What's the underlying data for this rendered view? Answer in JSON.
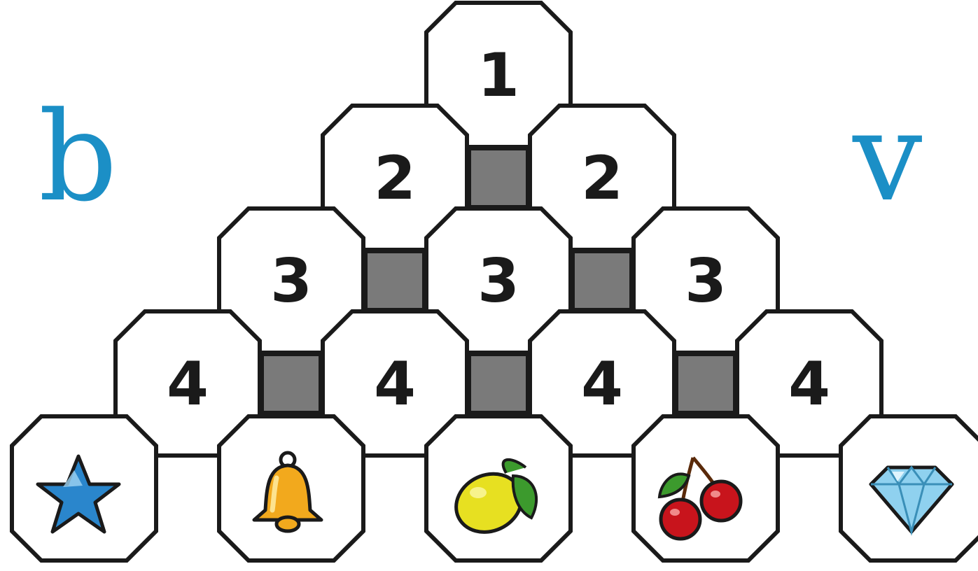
{
  "corner_labels": {
    "left": "b",
    "right": "v"
  },
  "rows": [
    [
      "1"
    ],
    [
      "2",
      "2"
    ],
    [
      "3",
      "3",
      "3"
    ],
    [
      "4",
      "4",
      "4",
      "4"
    ]
  ],
  "bottom_row_icons": [
    "star-icon",
    "bell-icon",
    "lemon-icon",
    "cherry-icon",
    "diamond-icon"
  ],
  "colors": {
    "cell_stroke": "#1a1a1a",
    "gray_square": "#7a7a7a",
    "letter": "#1b8fc6",
    "star": "#2a86cc",
    "bell": "#f2a91d",
    "lemon": "#e7e021",
    "leaf": "#3c9a2d",
    "cherry": "#c8141c",
    "diamond": "#8fd1ef"
  }
}
